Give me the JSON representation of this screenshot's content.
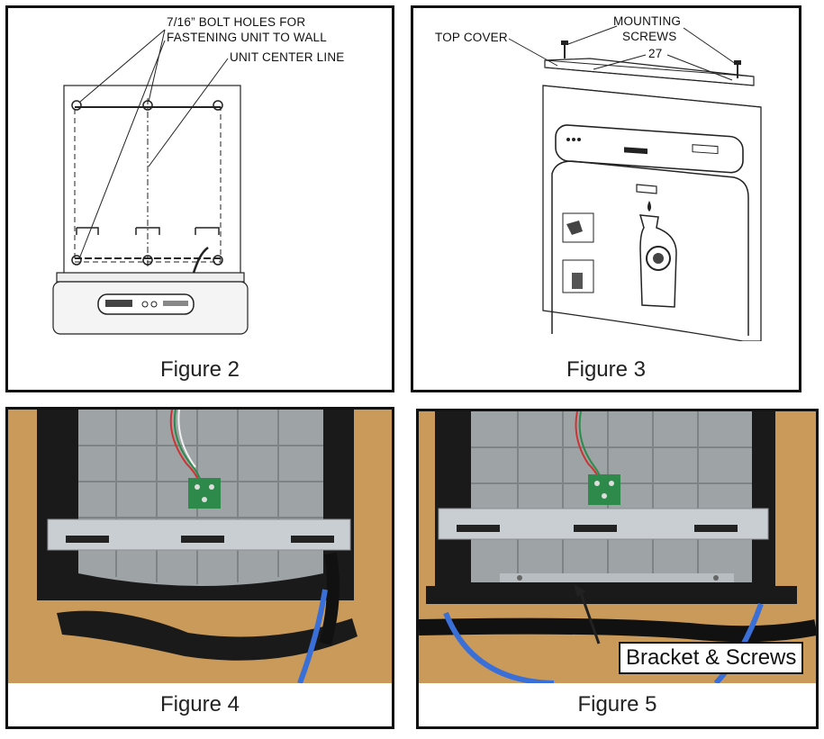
{
  "figure2": {
    "caption": "Figure 2",
    "callouts": {
      "bolt_holes_line1": "7/16” BOLT  HOLES FOR",
      "bolt_holes_line2": "FASTENING UNIT TO WALL",
      "center_line": "UNIT CENTER LINE"
    }
  },
  "figure3": {
    "caption": "Figure 3",
    "callouts": {
      "top_cover": "TOP COVER",
      "mounting_line1": "MOUNTING",
      "mounting_line2": "SCREWS",
      "part_number": "27"
    }
  },
  "figure4": {
    "caption": "Figure 4"
  },
  "figure5": {
    "caption": "Figure 5",
    "annotation": "Bracket & Screws"
  },
  "colors": {
    "photo_background": "#c99a5a",
    "unit_tank": "#9ea3a6",
    "bracket": "#c9ced2",
    "frame": "#1a1a1a",
    "tubing": "#3a6fd8",
    "board": "#2e8a4a"
  }
}
